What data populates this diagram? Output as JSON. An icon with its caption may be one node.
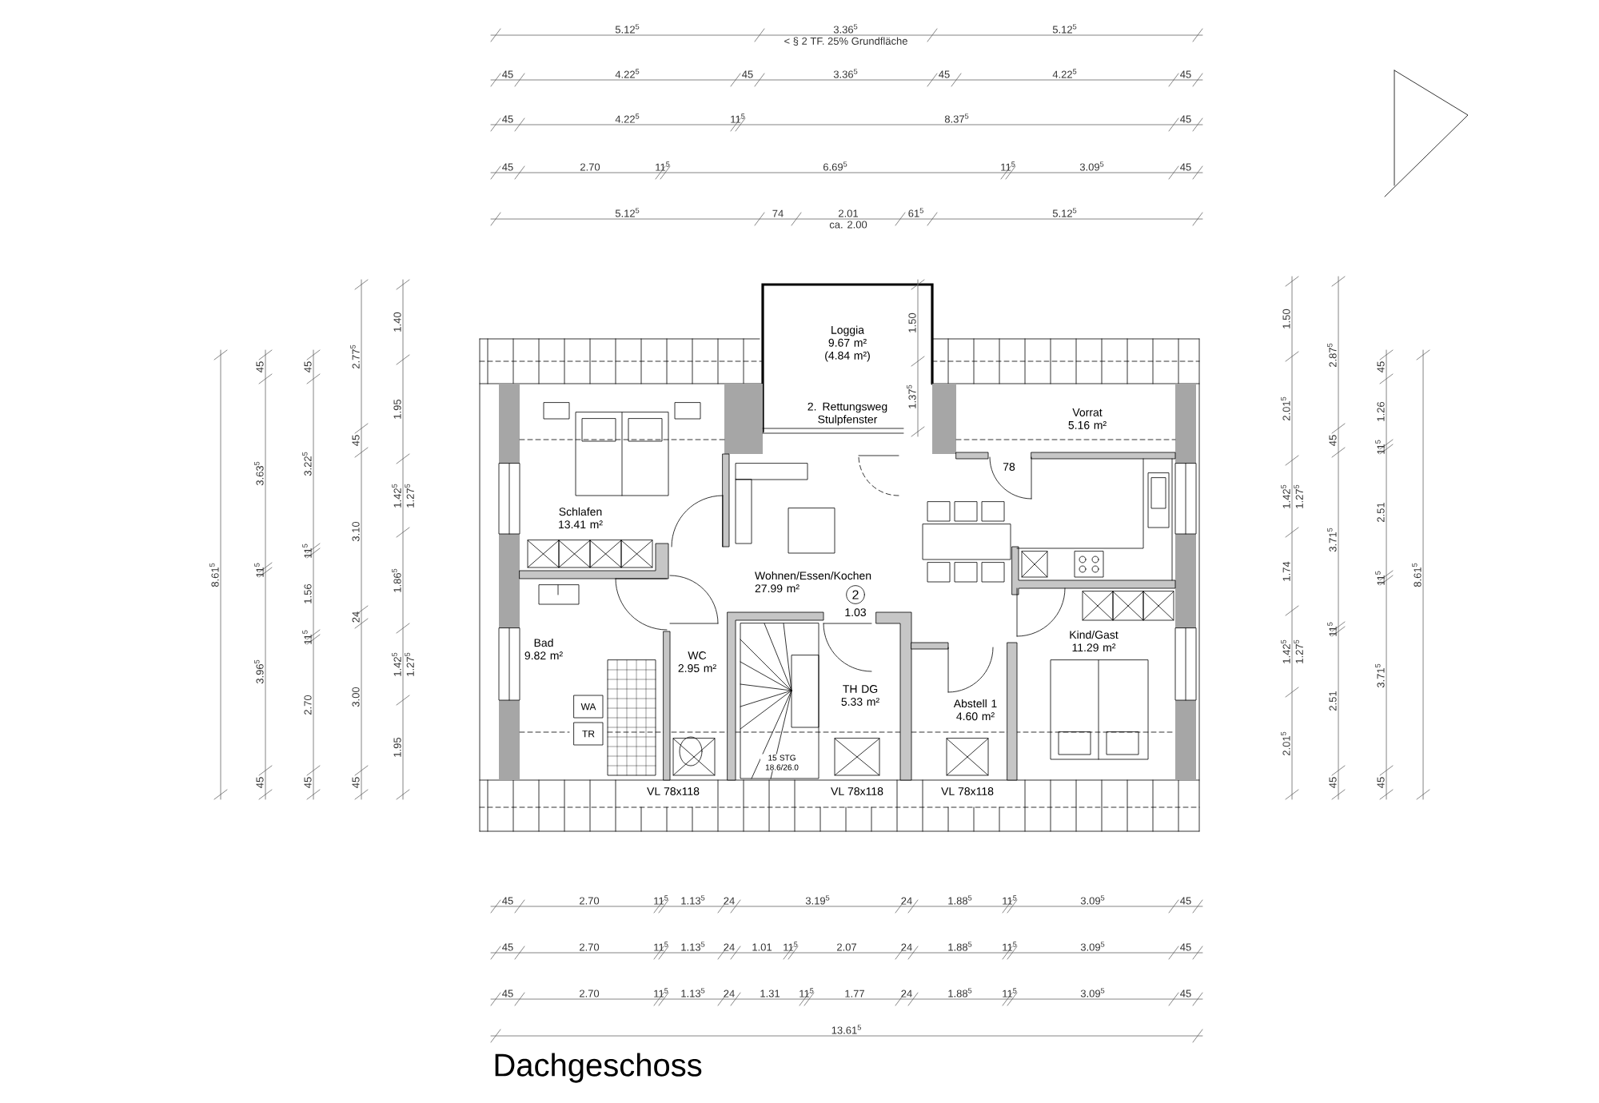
{
  "diagram": {
    "title": "Dachgeschoss",
    "nodes": [
      {
        "text": [
          "Loggia",
          "9.67 m² (4.84 m²)"
        ]
      },
      {
        "text": [
          "Schlafen",
          "13.41 m²"
        ]
      },
      {
        "text": [
          "Wohnen/Essen/Kochen",
          "27.99 m²"
        ]
      },
      {
        "text": [
          "Vorrat",
          "5.16 m²"
        ]
      },
      {
        "text": [
          "2"
        ],
        "beside": [
          "1.03"
        ]
      },
      {
        "text": [
          "Bad",
          "9.82 m²"
        ]
      },
      {
        "text": [
          "WC",
          "2.95 m²"
        ]
      },
      {
        "text": [
          "WA"
        ]
      },
      {
        "text": [
          "TR"
        ]
      },
      {
        "text": [
          "TH DG",
          "5.33 m²"
        ]
      },
      {
        "text": [
          "Abstell 1",
          "4.60 m²"
        ]
      },
      {
        "text": [
          "Kind/Gast",
          "11.29 m²"
        ]
      }
    ],
    "labels": [
      "5.12$^{5}$",
      "3.36$^{5}$",
      "< § 2 TF. 25% Grundfläche",
      "5.12$^{5}$",
      "45",
      "4.22$^{5}$",
      "45",
      "3.36$^{5}$",
      "45",
      "4.22$^{5}$",
      "45",
      "45",
      "4.22$^{5}$",
      "11$^{5}$",
      "8.37$^{5}$",
      "45",
      "45",
      "2.70",
      "11$^{5}$",
      "6.69$^{5}$",
      "11$^{5}$",
      "3.09$^{5}$",
      "45",
      "5.12$^{5}$",
      "74",
      "2.01",
      "ca. 2.00",
      "61$^{5}$",
      "5.12$^{5}$",
      "8.61$^{5}$",
      "45",
      "3.63$^{5}$",
      "11$^{5}$",
      "3.96$^{5}$",
      "45",
      "45",
      "3.22$^{5}$",
      "11$^{5}$",
      "1.56",
      "11$^{5}$",
      "2.70",
      "45",
      "2.77$^{5}$",
      "45",
      "3.10",
      "24",
      "3.00",
      "45",
      "1.40",
      "1.95",
      "1.42$^{5}$",
      "1.27$^{5}$",
      "1.86$^{5}$",
      "1.42$^{5}$",
      "1.27$^{5}$",
      "1.95",
      "1.50",
      "1.37$^{5}$",
      "1.50",
      "2.01$^{5}$",
      "1.42$^{5}$",
      "1.27$^{5}$",
      "1.74",
      "1.42$^{5}$",
      "1.27$^{5}$",
      "2.01$^{5}$",
      "2.87$^{5}$",
      "45",
      "3.71$^{5}$",
      "11$^{5}$",
      "2.51",
      "45",
      "45",
      "1.26",
      "11$^{5}$",
      "2.51",
      "11$^{5}$",
      "3.71$^{5}$",
      "45",
      "8.61$^{5}$",
      "45",
      "2.70",
      "11$^{5}$",
      "1.13$^{5}$",
      "24",
      "3.19$^{5}$",
      "24",
      "1.88$^{5}$",
      "11$^{5}$",
      "3.09$^{5}$",
      "45",
      "45",
      "2.70",
      "11$^{5}$",
      "1.13$^{5}$",
      "24",
      "1.01",
      "11$^{5}$",
      "2.07",
      "24",
      "1.88$^{5}$",
      "11$^{5}$",
      "3.09$^{5}$",
      "45",
      "45",
      "2.70",
      "11$^{5}$",
      "1.13$^{5}$",
      "24",
      "1.31",
      "11$^{5}$",
      "1.77",
      "24",
      "1.88$^{5}$",
      "11$^{5}$",
      "3.09$^{5}$",
      "45",
      "13.61$^{5}$",
      "2. Rettungsweg Stulpfenster",
      "78",
      "15 STG 18.6/26.0",
      "VL 78x118",
      "VL 78x118",
      "VL 78x118"
    ]
  }
}
